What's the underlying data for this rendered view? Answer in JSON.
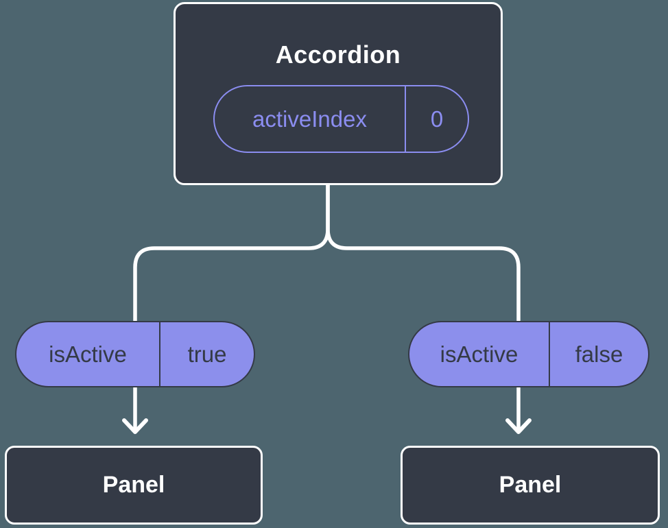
{
  "colors": {
    "background": "#4d656f",
    "node-fill": "#343a46",
    "node-border": "#ffffff",
    "accent-purple": "#8b8df0",
    "pill-fill": "#8c8fec",
    "pill-border": "#343a46",
    "pill-text": "#343a46",
    "line": "#ffffff",
    "text-light": "#ffffff"
  },
  "diagram": {
    "root": {
      "title": "Accordion",
      "prop": {
        "name": "activeIndex",
        "value": "0"
      }
    },
    "branches": [
      {
        "prop": {
          "name": "isActive",
          "value": "true"
        },
        "child": {
          "title": "Panel"
        }
      },
      {
        "prop": {
          "name": "isActive",
          "value": "false"
        },
        "child": {
          "title": "Panel"
        }
      }
    ]
  }
}
